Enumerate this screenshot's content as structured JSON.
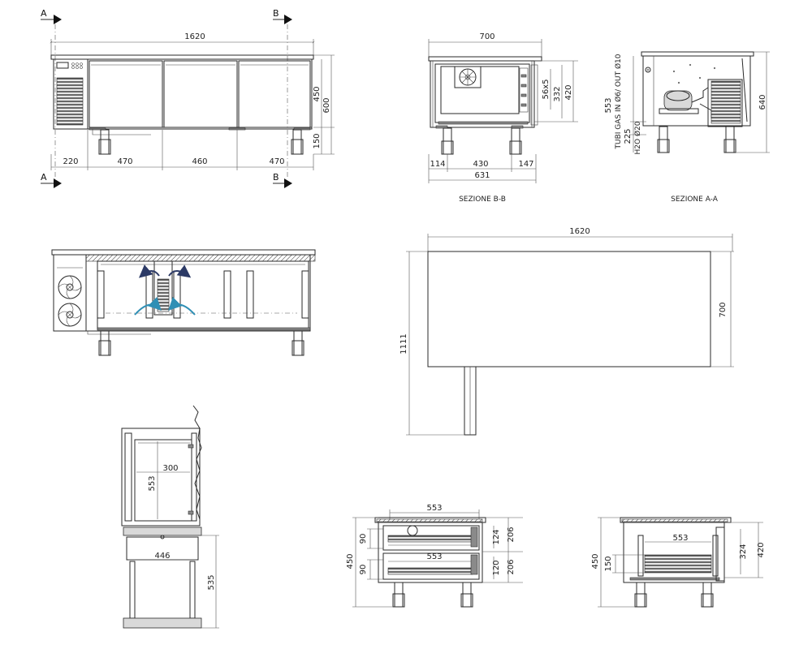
{
  "section_markers": {
    "a": "A",
    "b": "B"
  },
  "front_view": {
    "overall_width": "1620",
    "height_total": "600",
    "height_top": "450",
    "height_legs": "150",
    "bottom_dims": [
      "220",
      "470",
      "460",
      "470"
    ]
  },
  "section_bb": {
    "caption": "SEZIONE B-B",
    "top_width": "700",
    "right_dims": [
      "56x5",
      "332",
      "420"
    ],
    "bottom_dims": [
      "114",
      "430",
      "147"
    ],
    "bottom_total": "631"
  },
  "section_aa": {
    "caption": "SEZIONE A-A",
    "vertical_texts": [
      "553",
      "TUBI GAS IN Ø6/ OUT Ø10",
      "225",
      "H2O Ø20"
    ],
    "height": "640"
  },
  "plan_view": {
    "width": "1620",
    "depth": "700",
    "total_height": "1111"
  },
  "drawer_detail": {
    "inner_width": "300",
    "inner_height": "553",
    "lower_width": "446",
    "lower_height": "535"
  },
  "drawers_view": {
    "top_width": "553",
    "left_height": "450",
    "left_dims": [
      "90",
      "90"
    ],
    "inner_widths": [
      "553"
    ],
    "right_dims": [
      "124",
      "206",
      "120",
      "206"
    ]
  },
  "shelves_view": {
    "left_height": "450",
    "left_dim": "150",
    "inner_width": "553",
    "right_dims": [
      "324",
      "420"
    ]
  },
  "icons": [
    "fan-icon",
    "airflow-arrow-icon",
    "section-arrow-icon"
  ],
  "colors": {
    "airflow_warm": "#2c3a66",
    "airflow_cold": "#2f8fb5",
    "line": "#2a2a2a"
  }
}
